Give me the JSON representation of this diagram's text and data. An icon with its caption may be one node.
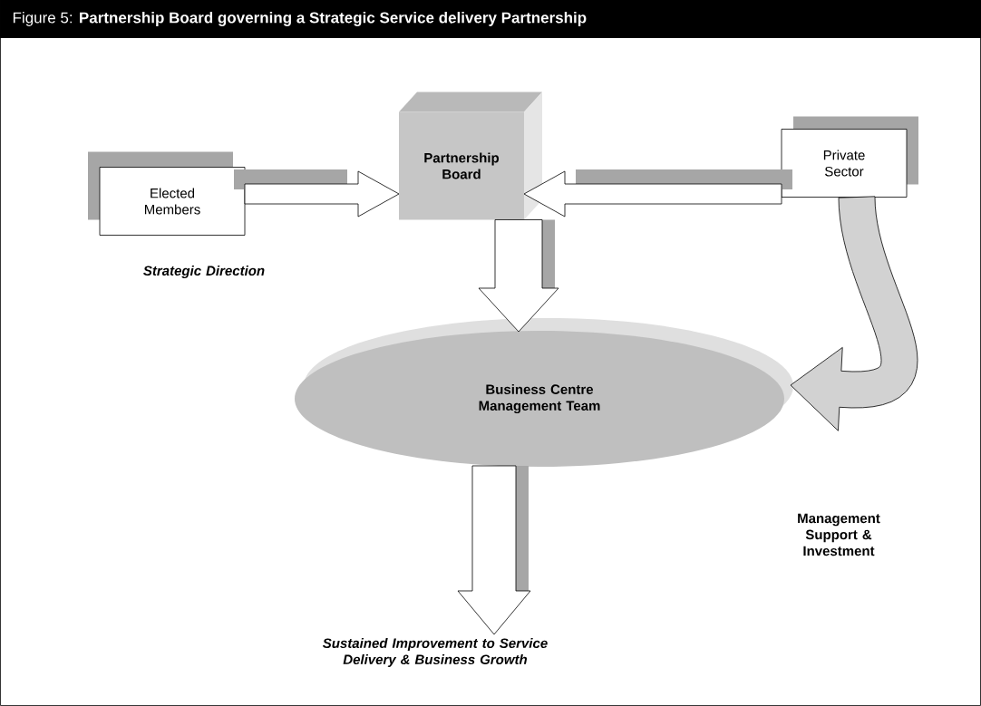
{
  "diagram": {
    "title": "Figure 5: **Partnership Board governing a Strategic Service delivery Partnership**",
    "nodes": [
      {
        "text": [
          "Elected Members"
        ]
      },
      {
        "text": [
          "Partnership Board"
        ]
      },
      {
        "text": [
          "Private Sector"
        ]
      },
      {
        "text": [
          "Business Centre Management Team"
        ]
      },
      {
        "text": [
          "Sustained Improvement to Service Delivery & Business Growth"
        ]
      }
    ],
    "edges": [
      {
        "from": 0,
        "to": 1,
        "arrow": "to"
      },
      {
        "from": 2,
        "to": 1,
        "arrow": "to"
      },
      {
        "from": 1,
        "to": 3,
        "arrow": "to"
      },
      {
        "from": 2,
        "to": 3,
        "arrow": "to"
      },
      {
        "from": 3,
        "to": 4,
        "arrow": "to"
      }
    ],
    "labels": [
      "Strategic Direction",
      "Management Support & Investment"
    ]
  }
}
